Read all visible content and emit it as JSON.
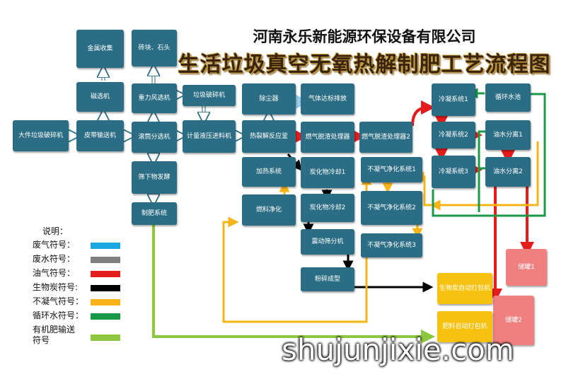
{
  "header": {
    "company": "河南永乐新能源环保设备有限公司",
    "title": "生活垃圾真空无氧热解制肥工艺流程图"
  },
  "nodes": {
    "n1": "大件垃圾破碎机",
    "n2": "皮带输送机",
    "n3": "磁选机",
    "n4": "金属收集",
    "n5": "滚筒分选机",
    "n6": "重力风选机",
    "n7": "砖块、石头",
    "n8": "筛下物发酵",
    "n9": "制肥系统",
    "n10": "垃圾破碎机",
    "n11": "计量液压进料机",
    "n12": "热裂解反应釜",
    "n13": "除尘器",
    "n14": "气体达标排放",
    "n15": "加热系统",
    "n16": "燃料净化",
    "n17": "燃气脱渣处理器",
    "n18": "燃气脱渣处理器2",
    "n19": "炭化物冷却1",
    "n20": "炭化物冷却2",
    "n21": "震动筛分机",
    "n22": "粉碎成型",
    "n23": "不凝气净化系统1",
    "n24": "不凝气净化系统2",
    "n25": "不凝气净化系统3",
    "n26": "冷凝系统1",
    "n27": "冷凝系统2",
    "n28": "冷凝系统3",
    "n29": "循环水池",
    "n30": "油水分离1",
    "n31": "油水分离2",
    "n32": "储罐1",
    "n33": "储罐2",
    "n34": "生物炭自动打包机",
    "n35": "肥料自动打包机"
  },
  "legend": {
    "title": "说明：",
    "items": [
      {
        "label": "废气符号：",
        "color": "#1aa7e0"
      },
      {
        "label": "废水符号：",
        "color": "#7f7f7f"
      },
      {
        "label": "油气符号：",
        "color": "#e51c1c"
      },
      {
        "label": "生物炭符号:",
        "color": "#000000"
      },
      {
        "label": "不凝气符号：",
        "color": "#f7b418"
      },
      {
        "label": "循环水符号：",
        "color": "#1a9a48"
      },
      {
        "label": "有机肥输送符号",
        "color": "#8dc63f"
      }
    ]
  },
  "watermark": "shujunjixie.com"
}
